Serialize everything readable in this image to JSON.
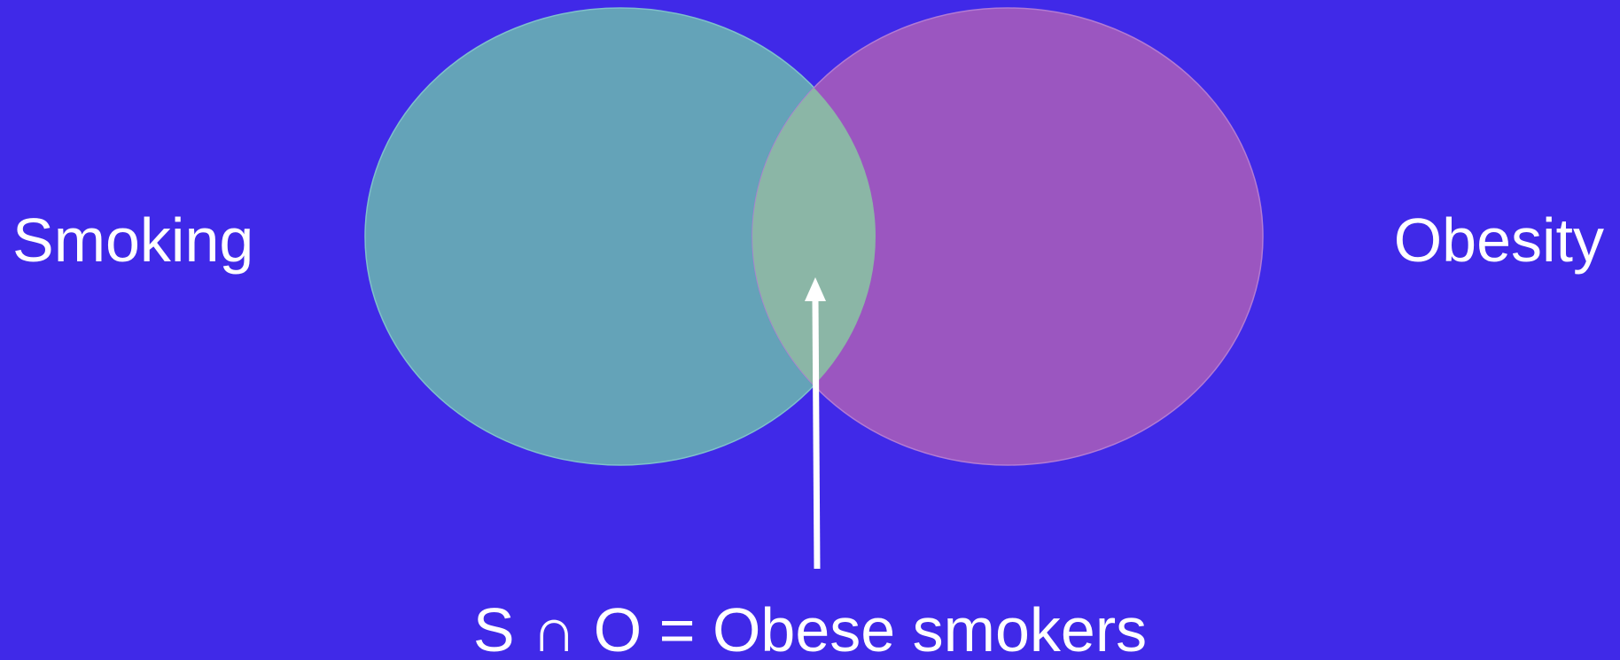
{
  "colors": {
    "background": "#4029e8",
    "left_set": "#64a3b8",
    "right_set": "#9b56c0",
    "intersection": "#8bb6a6",
    "text": "#ffffff"
  },
  "sets": {
    "left": {
      "label": "Smoking"
    },
    "right": {
      "label": "Obesity"
    }
  },
  "intersection": {
    "caption": "S ∩ O = Obese smokers"
  }
}
